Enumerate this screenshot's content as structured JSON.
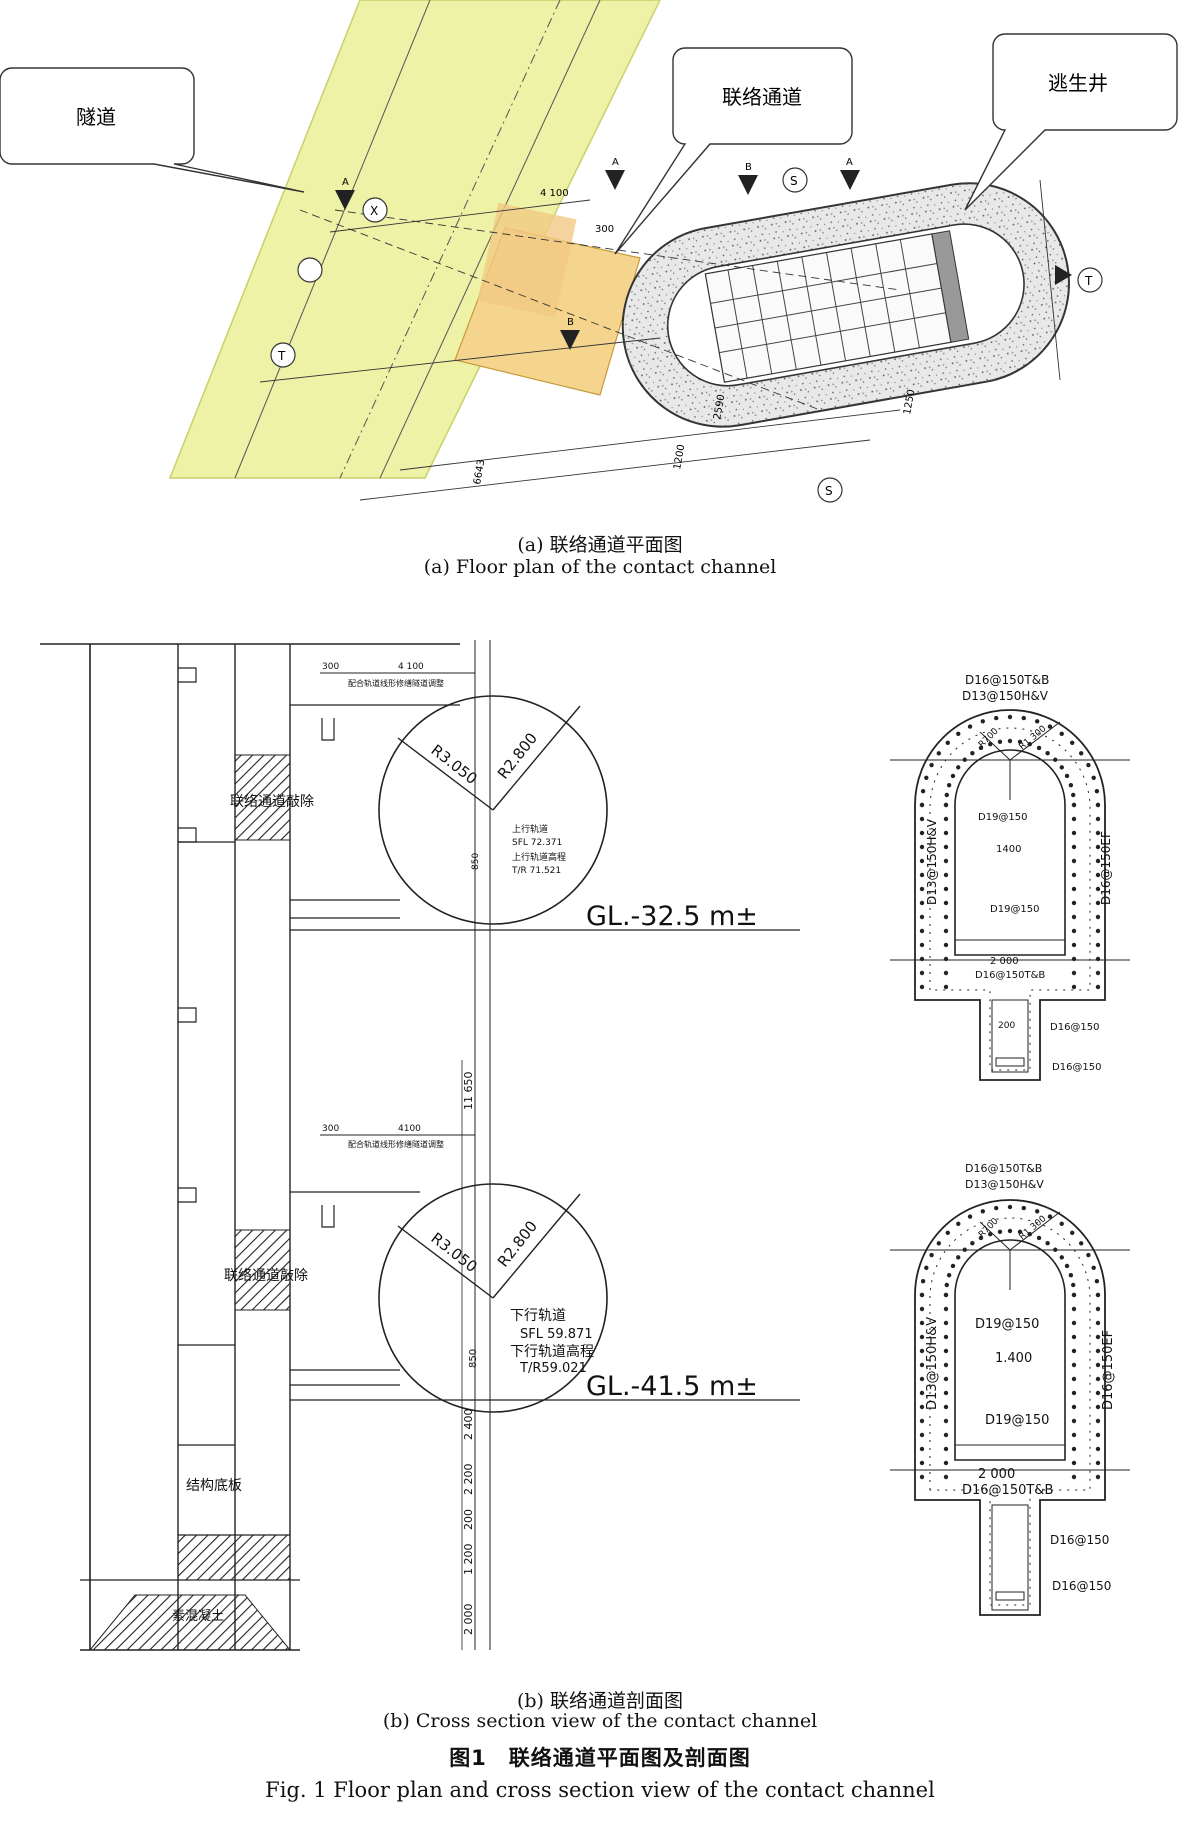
{
  "callouts": {
    "tunnel": "隧道",
    "contact_channel": "联络通道",
    "escape_shaft": "逃生井"
  },
  "plan": {
    "dim_4100": "4 100",
    "dim_300": "300",
    "dim_1200": "1200",
    "dim_1250": "1250",
    "dim_2590": "2590",
    "dim_6643": "6643",
    "section_S": "S",
    "section_T": "T",
    "section_A": "A",
    "section_B": "B",
    "section_X": "X"
  },
  "section": {
    "top_dim_300": "300",
    "top_dim_4100": "4 100",
    "top_note": "配合轨道线形修缮隧道调整",
    "bottom_dim_300": "300",
    "bottom_dim_4100": "4100",
    "bottom_note": "配合轨道线形修缮隧道调整",
    "tunnel_remove_upper": "联络通道敲除",
    "tunnel_remove_lower": "联络通道敲除",
    "upper_r_outer": "R3.050",
    "upper_r_inner": "R2.800",
    "upper_track_label": "上行轨道",
    "upper_sfl": "SFL 72.371",
    "upper_track_elev_label": "上行轨道高程",
    "upper_tr": "T/R 71.521",
    "upper_dim_850": "850",
    "upper_gl": "GL.-32.5 m±",
    "lower_r_outer": "R3.050",
    "lower_r_inner": "R2.800",
    "lower_track_label": "下行轨道",
    "lower_sfl": "SFL 59.871",
    "lower_track_elev_label": "下行轨道高程",
    "lower_tr": "T/R59.021",
    "lower_dim_850": "850",
    "lower_gl": "GL.-41.5 m±",
    "dim_11650": "11 650",
    "dim_2400": "2 400",
    "dim_2200": "2 200",
    "dim_200": "200",
    "dim_1200": "1 200",
    "dim_2000": "2 000",
    "base_slab": "结构底板",
    "lean_concrete": "素混凝土"
  },
  "upper_detail": {
    "top_rebar_1": "D16@150T&B",
    "top_rebar_2": "D13@150H&V",
    "r700": "R700",
    "r1300": "R1 300",
    "left_rebar": "D13@150H&V",
    "right_rebar": "D16@150EF",
    "d19_a": "D19@150",
    "w1400": "1400",
    "d19_b": "D19@150",
    "w2000": "2 000",
    "bottom_rebar": "D16@150T&B",
    "sump_200": "200",
    "sump_d16_a": "D16@150",
    "sump_d16_b": "D16@150"
  },
  "lower_detail": {
    "top_rebar_1": "D16@150T&B",
    "top_rebar_2": "D13@150H&V",
    "r700": "R700",
    "r1300": "R1 300",
    "left_rebar": "D13@150H&V",
    "right_rebar": "D16@150EF",
    "d19_a": "D19@150",
    "w1400": "1.400",
    "d19_b": "D19@150",
    "w2000": "2 000",
    "bottom_rebar": "D16@150T&B",
    "sump_d16_a": "D16@150",
    "sump_d16_b": "D16@150"
  },
  "captions": {
    "a_zh": "(a) 联络通道平面图",
    "a_en": "(a) Floor plan of the contact channel",
    "b_zh": "(b) 联络通道剖面图",
    "b_en": "(b) Cross section view of the contact channel",
    "fig_zh": "图1　联络通道平面图及剖面图",
    "fig_en": "Fig. 1  Floor plan and cross section view of the contact channel"
  },
  "colors": {
    "tunnel_fill": "#eef2a6",
    "channel_fill": "#f5d58e",
    "line": "#222222"
  }
}
